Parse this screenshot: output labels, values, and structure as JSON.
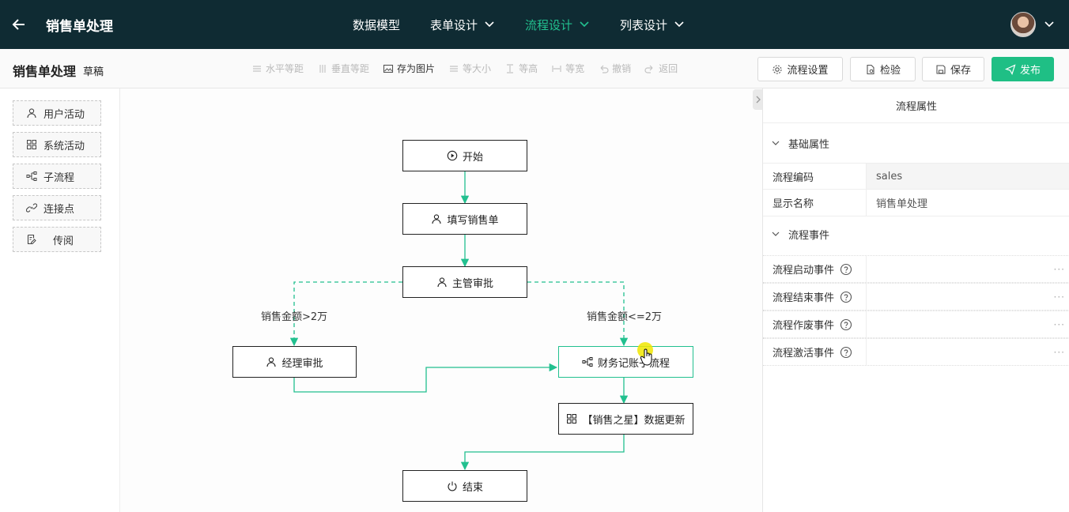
{
  "header": {
    "title": "销售单处理",
    "nav": [
      {
        "label": "数据模型",
        "has_dropdown": false,
        "active": false
      },
      {
        "label": "表单设计",
        "has_dropdown": true,
        "active": false
      },
      {
        "label": "流程设计",
        "has_dropdown": true,
        "active": true
      },
      {
        "label": "列表设计",
        "has_dropdown": true,
        "active": false
      }
    ],
    "accent_color": "#22c08f"
  },
  "toolbar": {
    "doc_title": "销售单处理",
    "doc_status": "草稿",
    "tools": [
      {
        "label": "水平等距",
        "icon": "align-horizontal-icon",
        "enabled": false
      },
      {
        "label": "垂直等距",
        "icon": "align-vertical-icon",
        "enabled": false
      },
      {
        "label": "存为图片",
        "icon": "image-icon",
        "enabled": true
      },
      {
        "label": "等大小",
        "icon": "same-size-icon",
        "enabled": false
      },
      {
        "label": "等高",
        "icon": "same-height-icon",
        "enabled": false
      },
      {
        "label": "等宽",
        "icon": "same-width-icon",
        "enabled": false
      },
      {
        "label": "撤销",
        "icon": "undo-icon",
        "enabled": false
      },
      {
        "label": "返回",
        "icon": "redo-icon",
        "enabled": false
      }
    ],
    "settings_label": "流程设置",
    "check_label": "检验",
    "save_label": "保存",
    "publish_label": "发布"
  },
  "palette": {
    "items": [
      {
        "label": "用户活动",
        "icon": "user-icon"
      },
      {
        "label": "系统活动",
        "icon": "grid-icon"
      },
      {
        "label": "子流程",
        "icon": "subflow-icon"
      },
      {
        "label": "连接点",
        "icon": "link-icon"
      },
      {
        "label": "传阅",
        "icon": "circulate-icon"
      }
    ]
  },
  "canvas": {
    "nodes": {
      "start": "开始",
      "fill": "填写销售单",
      "supervisor": "主管审批",
      "manager": "经理审批",
      "finance": "财务记账子流程",
      "update": "【销售之星】数据更新",
      "end": "结束"
    },
    "edge_labels": {
      "over": "销售金额>2万",
      "under": "销售金额<=2万"
    }
  },
  "props": {
    "title": "流程属性",
    "basic_section": "基础属性",
    "rows": [
      {
        "label": "流程编码",
        "value": "sales"
      },
      {
        "label": "显示名称",
        "value": "销售单处理"
      }
    ],
    "events_section": "流程事件",
    "events": [
      {
        "label": "流程启动事件",
        "more": "···"
      },
      {
        "label": "流程结束事件",
        "more": "···"
      },
      {
        "label": "流程作废事件",
        "more": "···"
      },
      {
        "label": "流程激活事件",
        "more": "···"
      }
    ]
  }
}
